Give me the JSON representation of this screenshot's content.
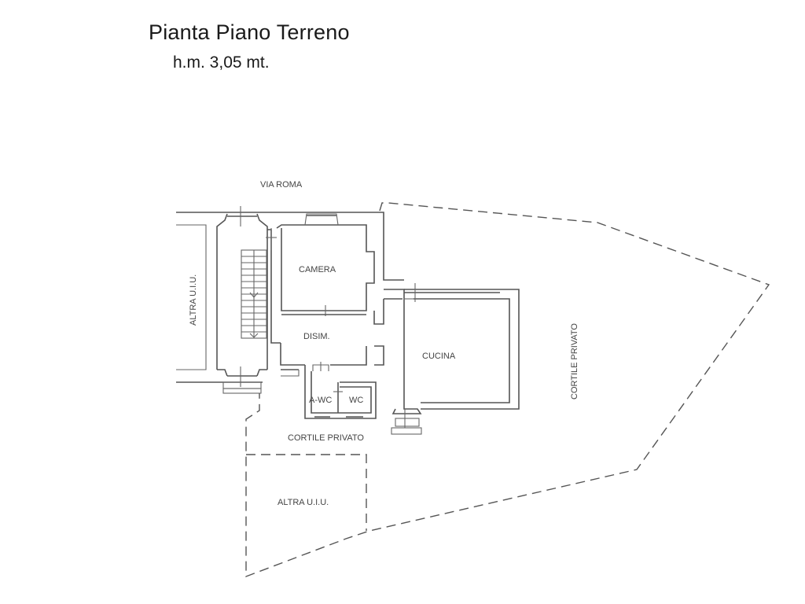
{
  "header": {
    "title": "Pianta Piano Terreno",
    "subtitle": "h.m. 3,05 mt."
  },
  "plan": {
    "street_label": "VIA ROMA",
    "rooms": {
      "camera": "CAMERA",
      "disimpegno": "DISIM.",
      "cucina": "CUCINA",
      "antibagno": "A-WC",
      "bagno": "WC"
    },
    "areas": {
      "cortile_south": "CORTILE  PRIVATO",
      "cortile_east": "CORTILE PRIVATO",
      "altra_uiu_west": "ALTRA U.I.U.",
      "altra_uiu_south": "ALTRA U.I.U."
    }
  },
  "colors": {
    "line": "#555555",
    "text": "#444444",
    "background": "#ffffff"
  }
}
